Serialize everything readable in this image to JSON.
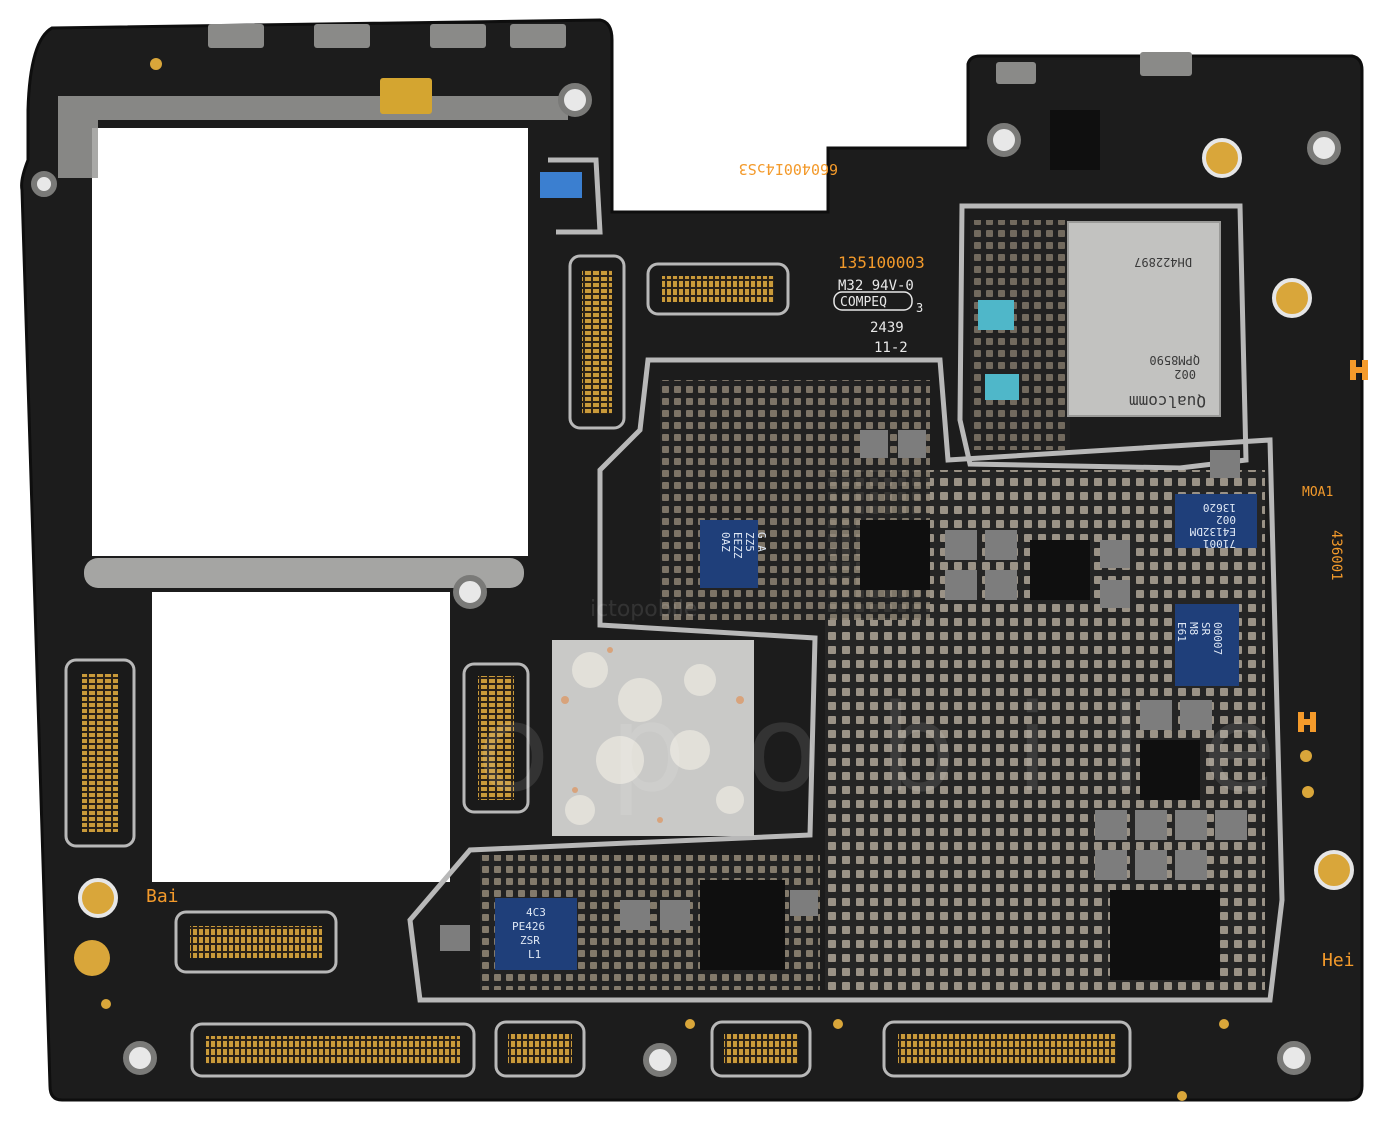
{
  "board": {
    "silkscreen": {
      "code_top": "660400I4ɔS3",
      "part_no": "135100003",
      "m32": "M32  94V-0",
      "compeq": "COMPEQ",
      "compeq_suffix": "3",
      "date1": "2439",
      "date2": "11-2",
      "moa": "MOA1",
      "code_side": "436001",
      "bai": "Bai",
      "hei": "Hei"
    },
    "chips": {
      "qpm": {
        "brand": "Qualcomm",
        "model": "QPM8590",
        "rev": "002",
        "serial": "DH422897"
      },
      "pmic_a": [
        "0AZ",
        "EEZZ",
        "ZZ5",
        "G A"
      ],
      "pmic_b": [
        "4C3",
        "PE426",
        "ZSR",
        "L1"
      ],
      "pmic_c": [
        "71001",
        "E4132DM",
        "002",
        "13620"
      ],
      "pmic_d": [
        "00007",
        "SR",
        "M8",
        "E61"
      ]
    },
    "watermark": {
      "big": "ictopobile",
      "small": "ictopobile"
    }
  },
  "colors": {
    "pcb": "#1c1c1c",
    "pcb_edge": "#111111",
    "shield": "#b8b8b8",
    "gold": "#d9a63a",
    "silk_orange": "#f39a2b",
    "chip_blue": "#1f3f7a",
    "component_grey": "#7d7d7d"
  }
}
